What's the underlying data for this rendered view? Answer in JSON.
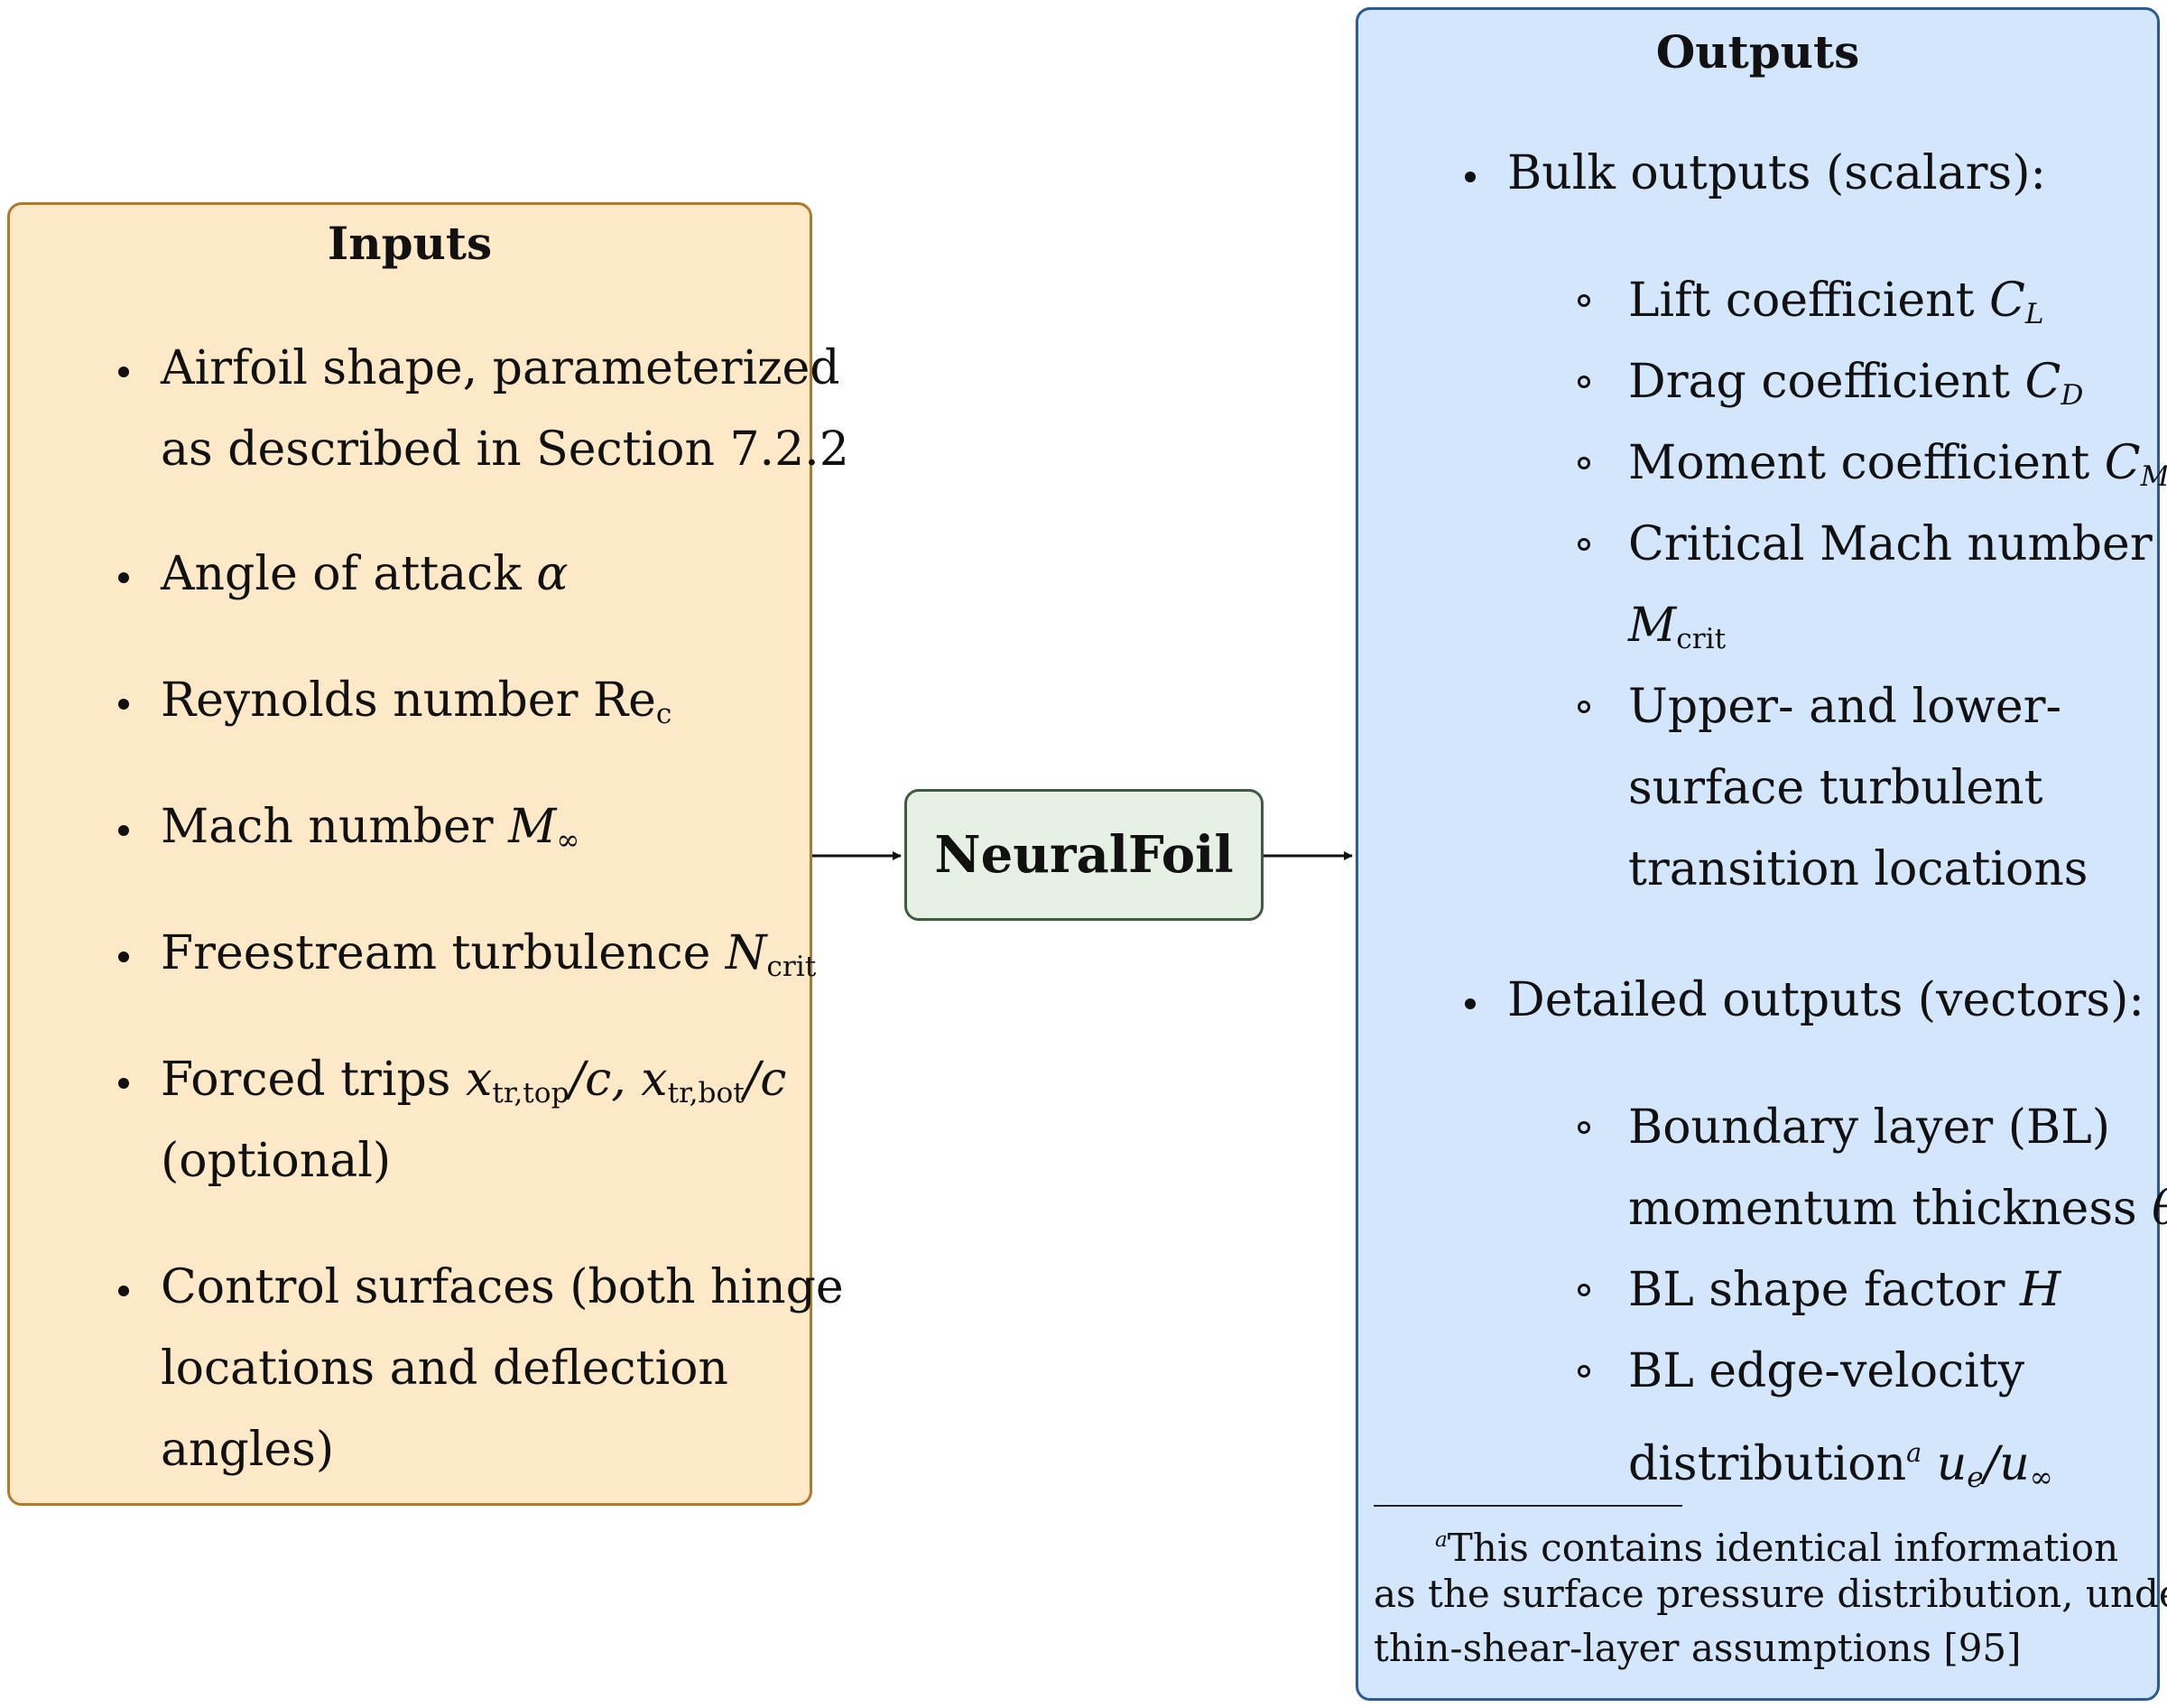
{
  "inputs": {
    "title": "Inputs",
    "items": [
      {
        "lines": [
          "Airfoil shape, parameterized",
          "as described in Section 7.2.2"
        ]
      },
      {
        "text": "Angle of attack",
        "sym": "α"
      },
      {
        "text": "Reynolds number",
        "sym": "Re",
        "sub": "c"
      },
      {
        "text": "Mach number",
        "sym": "M",
        "sub": "∞"
      },
      {
        "text": "Freestream turbulence",
        "sym": "N",
        "sub": "crit"
      },
      {
        "text": "Forced trips",
        "sym1": "x",
        "sub1": "tr,top",
        "over1": "/c,",
        "sym2": "x",
        "sub2": "tr,bot",
        "over2": "/c",
        "line2": "(optional)"
      },
      {
        "lines": [
          "Control surfaces (both hinge",
          "locations and deflection",
          "angles)"
        ]
      }
    ]
  },
  "center": {
    "label": "NeuralFoil"
  },
  "outputs": {
    "title": "Outputs",
    "bulk": {
      "heading": "Bulk outputs (scalars):",
      "items": [
        {
          "text": "Lift coefficient",
          "sym": "C",
          "sub": "L"
        },
        {
          "text": "Drag coefficient",
          "sym": "C",
          "sub": "D"
        },
        {
          "text": "Moment coefficient",
          "sym": "C",
          "sub": "M"
        },
        {
          "text": "Critical Mach number",
          "sym": "M",
          "sub": "crit"
        },
        {
          "lines": [
            "Upper- and lower-",
            "surface turbulent",
            "transition locations"
          ]
        }
      ]
    },
    "detailed": {
      "heading": "Detailed outputs (vectors):",
      "items": [
        {
          "lines": [
            "Boundary layer (BL)",
            "momentum thickness"
          ],
          "sym": "θ"
        },
        {
          "text": "BL shape factor",
          "sym": "H"
        },
        {
          "lines": [
            "BL edge-velocity",
            "distribution"
          ],
          "mark": "a",
          "sym1": "u",
          "sub1": "e",
          "over": "/",
          "sym2": "u",
          "sub2": "∞"
        }
      ]
    },
    "footnote": {
      "mark": "a",
      "lines": [
        "This contains identical information",
        "as the surface pressure distribution, under",
        "thin-shear-layer assumptions [95]"
      ]
    }
  }
}
